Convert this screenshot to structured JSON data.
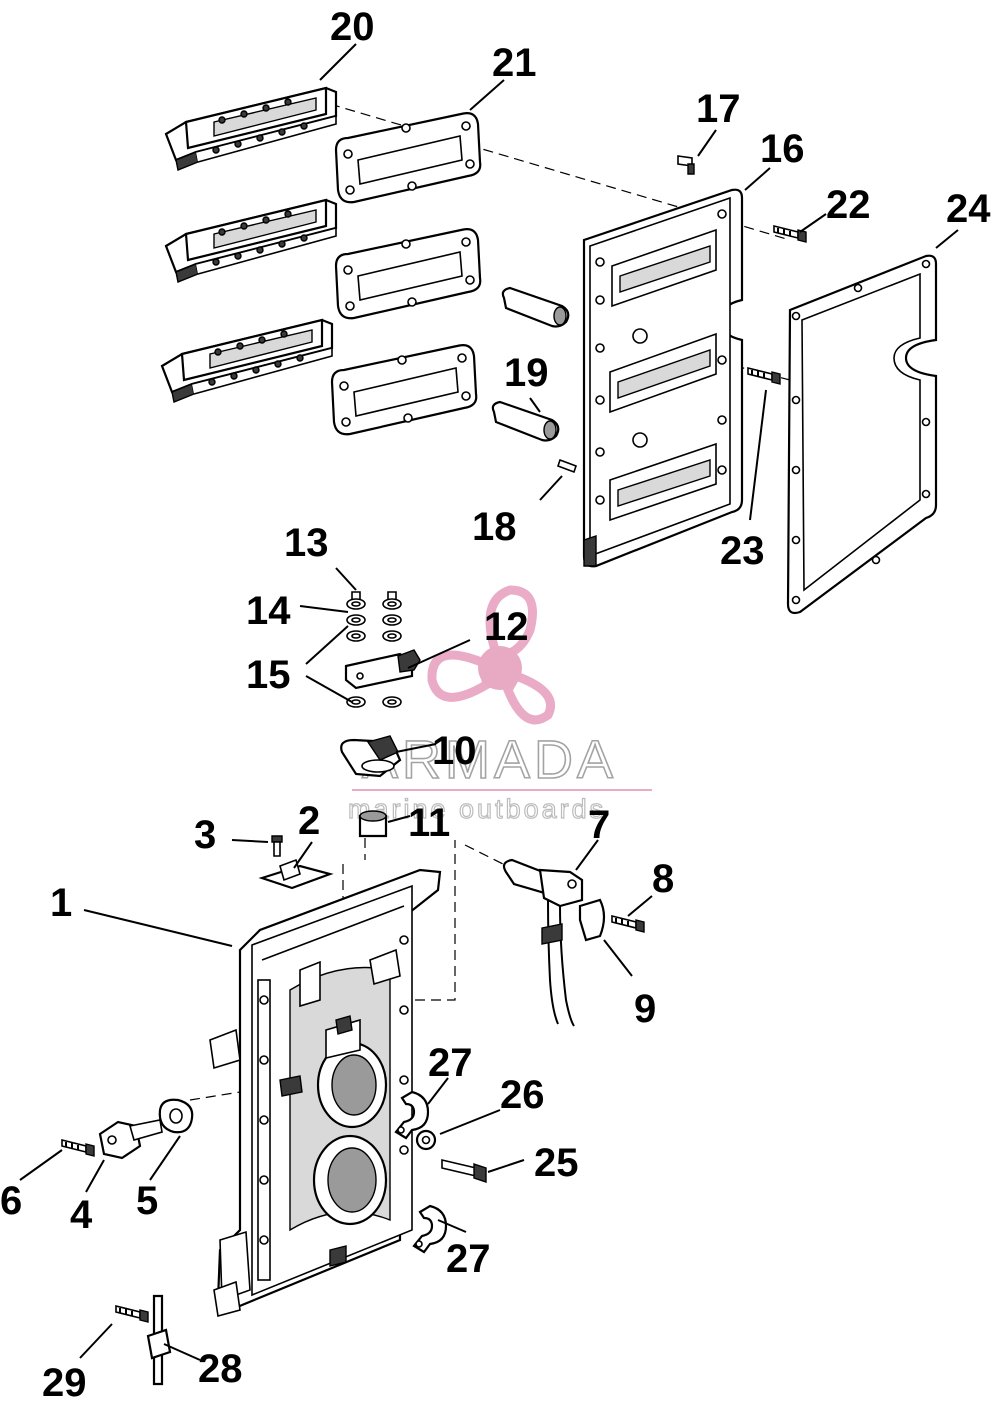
{
  "watermark": {
    "brand": "ARMADA",
    "tagline": "marine outboards",
    "accent_color": "#e8a3c0",
    "center_color": "#e6a0bd",
    "text_color": "#9a9a9a"
  },
  "callouts": [
    {
      "id": "1",
      "label": "1"
    },
    {
      "id": "2",
      "label": "2"
    },
    {
      "id": "3",
      "label": "3"
    },
    {
      "id": "4",
      "label": "4"
    },
    {
      "id": "5",
      "label": "5"
    },
    {
      "id": "6",
      "label": "6"
    },
    {
      "id": "7",
      "label": "7"
    },
    {
      "id": "8",
      "label": "8"
    },
    {
      "id": "9",
      "label": "9"
    },
    {
      "id": "10",
      "label": "10"
    },
    {
      "id": "11",
      "label": "11"
    },
    {
      "id": "12",
      "label": "12"
    },
    {
      "id": "13",
      "label": "13"
    },
    {
      "id": "14",
      "label": "14"
    },
    {
      "id": "15",
      "label": "15"
    },
    {
      "id": "16",
      "label": "16"
    },
    {
      "id": "17",
      "label": "17"
    },
    {
      "id": "18",
      "label": "18"
    },
    {
      "id": "19",
      "label": "19"
    },
    {
      "id": "20",
      "label": "20"
    },
    {
      "id": "21",
      "label": "21"
    },
    {
      "id": "22",
      "label": "22"
    },
    {
      "id": "23",
      "label": "23"
    },
    {
      "id": "24",
      "label": "24"
    },
    {
      "id": "25",
      "label": "25"
    },
    {
      "id": "26",
      "label": "26"
    },
    {
      "id": "27a",
      "label": "27"
    },
    {
      "id": "27b",
      "label": "27"
    },
    {
      "id": "28",
      "label": "28"
    },
    {
      "id": "29",
      "label": "29"
    }
  ]
}
